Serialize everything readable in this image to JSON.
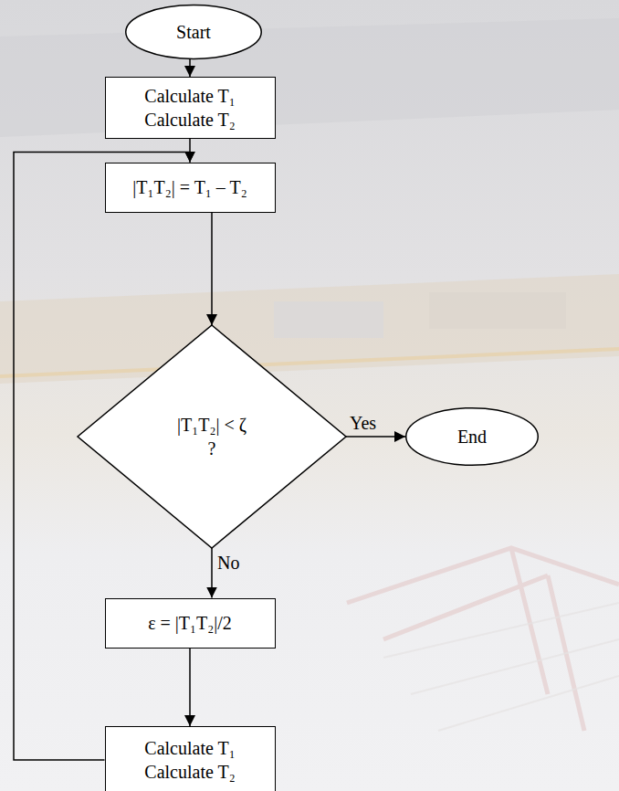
{
  "diagram": {
    "nodes": [
      {
        "text": [
          "Start"
        ]
      },
      {
        "text": [
          "Calculate T₁ Calculate T₂"
        ]
      },
      {
        "text": [
          "|T₁T₂| = T₁ – T₂"
        ]
      },
      {
        "text": [
          "|T₁T₂| < ζ ?"
        ]
      },
      {
        "text": [
          "End"
        ]
      },
      {
        "text": [
          "ε = |T₁T₂|/2"
        ]
      },
      {
        "text": [
          "Calculate T₁ Calculate T₂"
        ]
      }
    ],
    "edges": [
      {
        "from": 0,
        "to": 1,
        "arrow": "to"
      },
      {
        "from": 1,
        "to": 2,
        "arrow": "to"
      },
      {
        "from": 2,
        "to": 3,
        "arrow": "to"
      },
      {
        "from": 3,
        "to": 4,
        "label": "Yes",
        "arrow": "to"
      },
      {
        "from": 3,
        "to": 5,
        "label": "No",
        "arrow": "to"
      },
      {
        "from": 5,
        "to": 6,
        "arrow": "to"
      },
      {
        "from": 6,
        "to": 2,
        "arrow": "to"
      }
    ]
  }
}
